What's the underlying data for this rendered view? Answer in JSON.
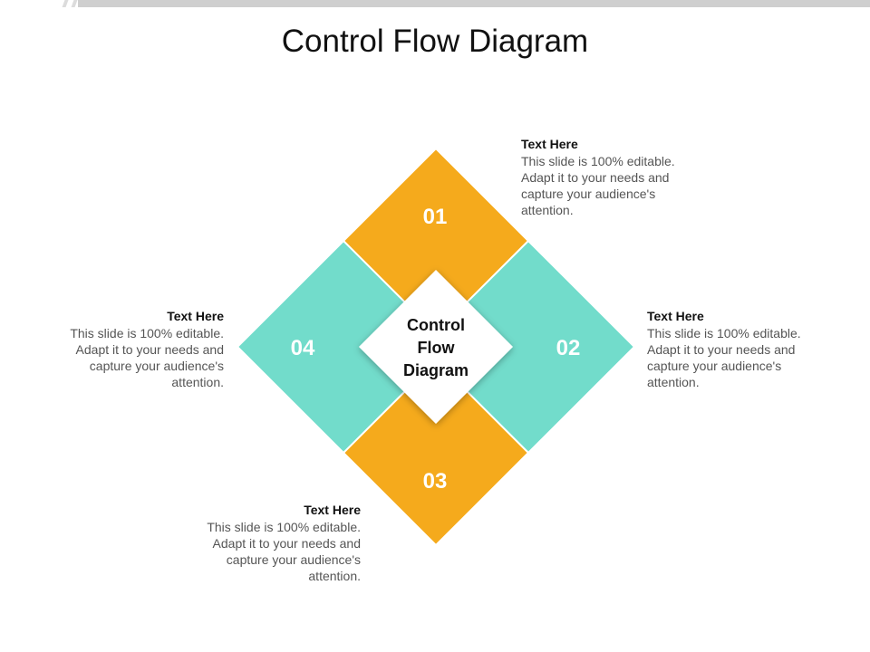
{
  "slide": {
    "title": "Control Flow Diagram"
  },
  "colors": {
    "orange": "#F5AA1C",
    "teal": "#72DCCB",
    "center_fill": "#FFFFFF",
    "top_bar": "#CFCFCF"
  },
  "diagram": {
    "center_label_lines": [
      "Control",
      "Flow",
      "Diagram"
    ],
    "segments": [
      {
        "number": "01",
        "color": "orange"
      },
      {
        "number": "02",
        "color": "teal"
      },
      {
        "number": "03",
        "color": "orange"
      },
      {
        "number": "04",
        "color": "teal"
      }
    ]
  },
  "callouts": [
    {
      "heading": "Text Here",
      "body": "This slide is 100% editable. Adapt it to your needs and capture your audience's attention."
    },
    {
      "heading": "Text Here",
      "body": "This slide is 100% editable. Adapt it to your needs and capture your audience's attention."
    },
    {
      "heading": "Text Here",
      "body": "This slide is 100% editable. Adapt it to your needs and capture your audience's attention."
    },
    {
      "heading": "Text Here",
      "body": "This slide is 100% editable. Adapt it to your needs and capture your audience's attention."
    }
  ]
}
